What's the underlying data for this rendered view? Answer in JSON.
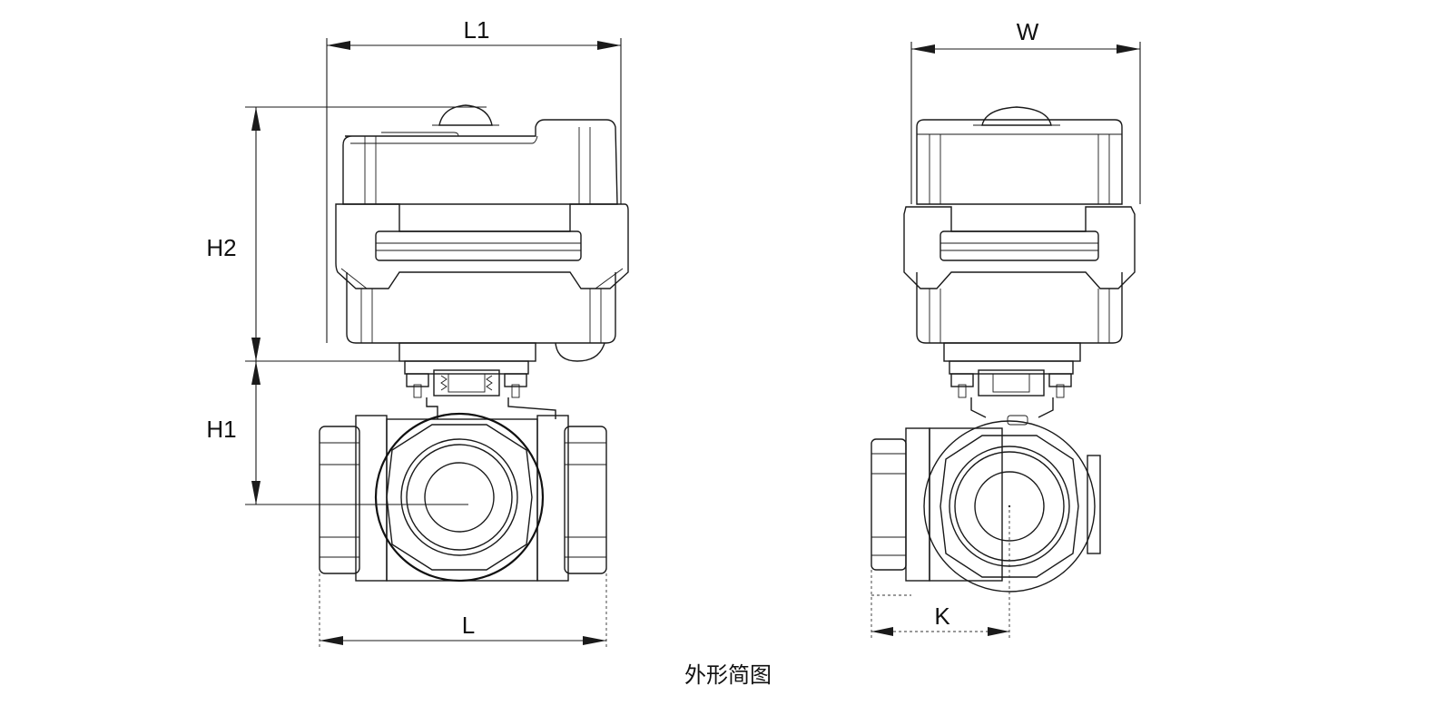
{
  "dimensions": {
    "l1": "L1",
    "w": "W",
    "h2": "H2",
    "h1": "H1",
    "l": "L",
    "k": "K"
  },
  "caption": "外形简图"
}
